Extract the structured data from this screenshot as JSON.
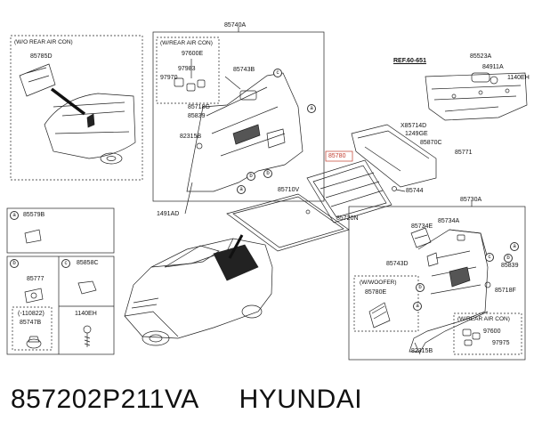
{
  "caption": {
    "part_number": "857202P211VA",
    "brand": "HYUNDAI"
  },
  "box_wo_aircon": {
    "header": "(W/O REAR AIR CON)",
    "part": "85785D"
  },
  "box_main": {
    "top_label": "85740A",
    "sub_box": {
      "header": "(W/REAR AIR CON)",
      "parts": [
        "97600E",
        "97983",
        "97970"
      ]
    },
    "parts": [
      "85743B",
      "85718G",
      "85839",
      "82315B",
      "1491AD"
    ],
    "callouts": [
      "c",
      "a",
      "b",
      "a",
      "b"
    ]
  },
  "ref": {
    "label": "REF.60-651",
    "parts": [
      "85523A",
      "84911A",
      "1140EH"
    ]
  },
  "center": {
    "parts": [
      "85710V",
      "85780",
      "85720N",
      "X85714D",
      "1249GE",
      "85870C",
      "85771",
      "85744"
    ]
  },
  "box_right": {
    "top_label": "85730A",
    "parts": [
      "85734E",
      "85734A",
      "85743D",
      "85839",
      "85718F",
      "82315B"
    ],
    "woofer_box": {
      "header": "(W/WOOFER)",
      "part": "85780E"
    },
    "aircon_box": {
      "header": "(W/REAR AIR CON)",
      "parts": [
        "97600",
        "97975"
      ]
    },
    "callouts": [
      "a",
      "c",
      "b",
      "b",
      "a"
    ]
  },
  "grid": {
    "cell_a": {
      "letter": "a",
      "part": "85579B"
    },
    "cell_b": {
      "letter": "b",
      "parts": [
        "85777",
        "(-110822)",
        "85747B"
      ]
    },
    "cell_c": {
      "letter": "c",
      "parts": [
        "85858C",
        "1140EH"
      ]
    }
  }
}
